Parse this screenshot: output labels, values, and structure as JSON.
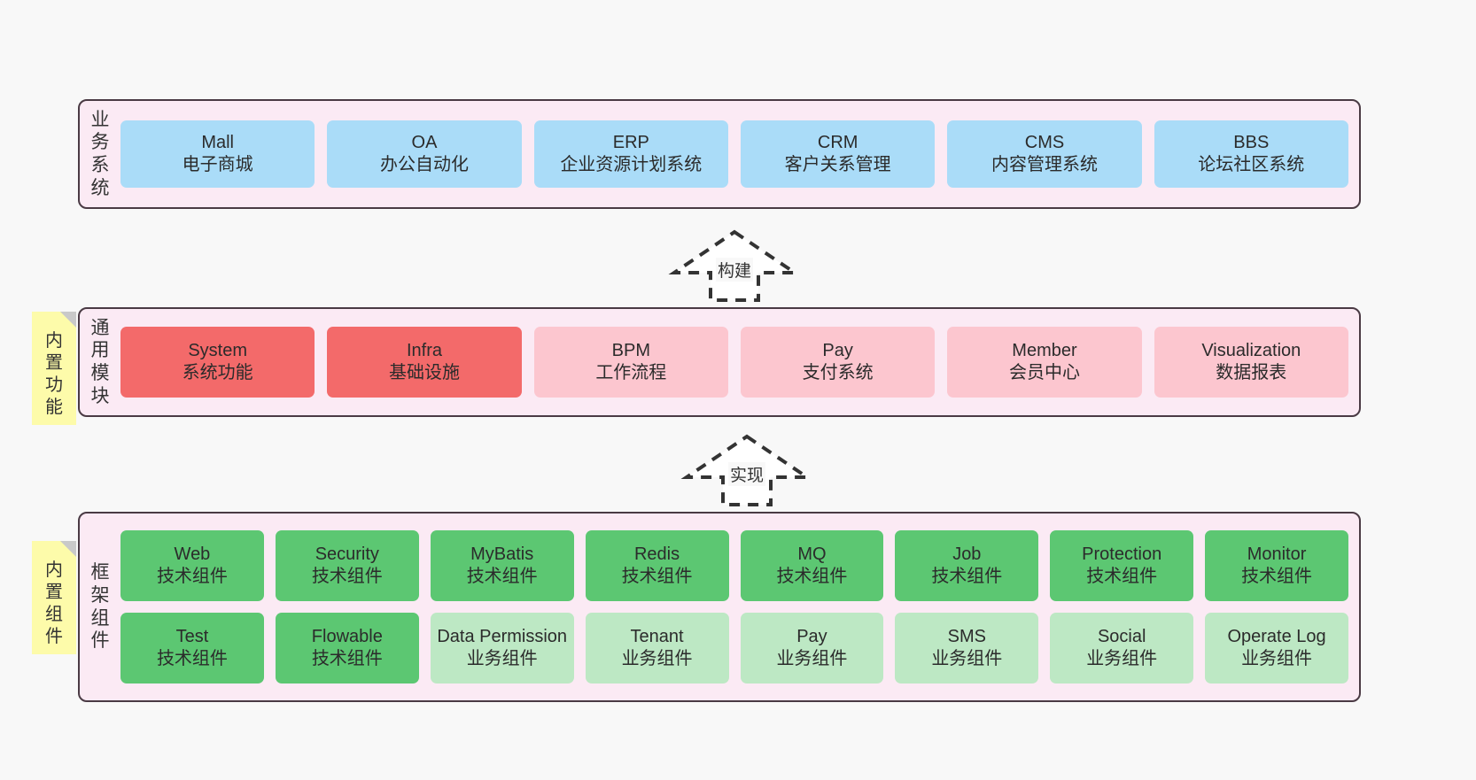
{
  "diagram": {
    "background": "#f8f8f8",
    "panel_fill": "#fbeaf4",
    "panel_border": "#4a3a44"
  },
  "layers": [
    {
      "id": "business",
      "label_chars": [
        "业",
        "务",
        "系",
        "统"
      ],
      "fill": "#aadcf8",
      "nodes": [
        {
          "title": "Mall",
          "subtitle": "电子商城"
        },
        {
          "title": "OA",
          "subtitle": "办公自动化"
        },
        {
          "title": "ERP",
          "subtitle": "企业资源计划系统"
        },
        {
          "title": "CRM",
          "subtitle": "客户关系管理"
        },
        {
          "title": "CMS",
          "subtitle": "内容管理系统"
        },
        {
          "title": "BBS",
          "subtitle": "论坛社区系统"
        }
      ]
    },
    {
      "id": "modules",
      "label_chars": [
        "通",
        "用",
        "模",
        "块"
      ],
      "fill_primary": "#f36a6a",
      "fill_secondary": "#fcc6cf",
      "nodes": [
        {
          "title": "System",
          "subtitle": "系统功能"
        },
        {
          "title": "Infra",
          "subtitle": "基础设施"
        },
        {
          "title": "BPM",
          "subtitle": "工作流程"
        },
        {
          "title": "Pay",
          "subtitle": "支付系统"
        },
        {
          "title": "Member",
          "subtitle": "会员中心"
        },
        {
          "title": "Visualization",
          "subtitle": "数据报表"
        }
      ]
    },
    {
      "id": "framework",
      "label_chars": [
        "框",
        "架",
        "组",
        "件"
      ],
      "fill_tech": "#5cc772",
      "fill_business": "#bde8c4",
      "row_tech": [
        {
          "title": "Web",
          "subtitle": "技术组件"
        },
        {
          "title": "Security",
          "subtitle": "技术组件"
        },
        {
          "title": "MyBatis",
          "subtitle": "技术组件"
        },
        {
          "title": "Redis",
          "subtitle": "技术组件"
        },
        {
          "title": "MQ",
          "subtitle": "技术组件"
        },
        {
          "title": "Job",
          "subtitle": "技术组件"
        },
        {
          "title": "Protection",
          "subtitle": "技术组件"
        },
        {
          "title": "Monitor",
          "subtitle": "技术组件"
        }
      ],
      "row_business": [
        {
          "title": "Test",
          "subtitle": "技术组件",
          "fill": "tech"
        },
        {
          "title": "Flowable",
          "subtitle": "技术组件",
          "fill": "tech"
        },
        {
          "title": "Data Permission",
          "subtitle": "业务组件",
          "fill": "business"
        },
        {
          "title": "Tenant",
          "subtitle": "业务组件",
          "fill": "business"
        },
        {
          "title": "Pay",
          "subtitle": "业务组件",
          "fill": "business"
        },
        {
          "title": "SMS",
          "subtitle": "业务组件",
          "fill": "business"
        },
        {
          "title": "Social",
          "subtitle": "业务组件",
          "fill": "business"
        },
        {
          "title": "Operate Log",
          "subtitle": "业务组件",
          "fill": "business"
        }
      ]
    }
  ],
  "stickies": [
    {
      "id": "builtin-function",
      "chars": [
        "内",
        "置",
        "功",
        "能"
      ],
      "fill": "#fdfbaa"
    },
    {
      "id": "builtin-component",
      "chars": [
        "内",
        "置",
        "组",
        "件"
      ],
      "fill": "#fdfbaa"
    }
  ],
  "arrows": [
    {
      "id": "build",
      "label": "构建",
      "style": "dashed-hollow-up"
    },
    {
      "id": "implement",
      "label": "实现",
      "style": "dashed-hollow-up"
    }
  ]
}
